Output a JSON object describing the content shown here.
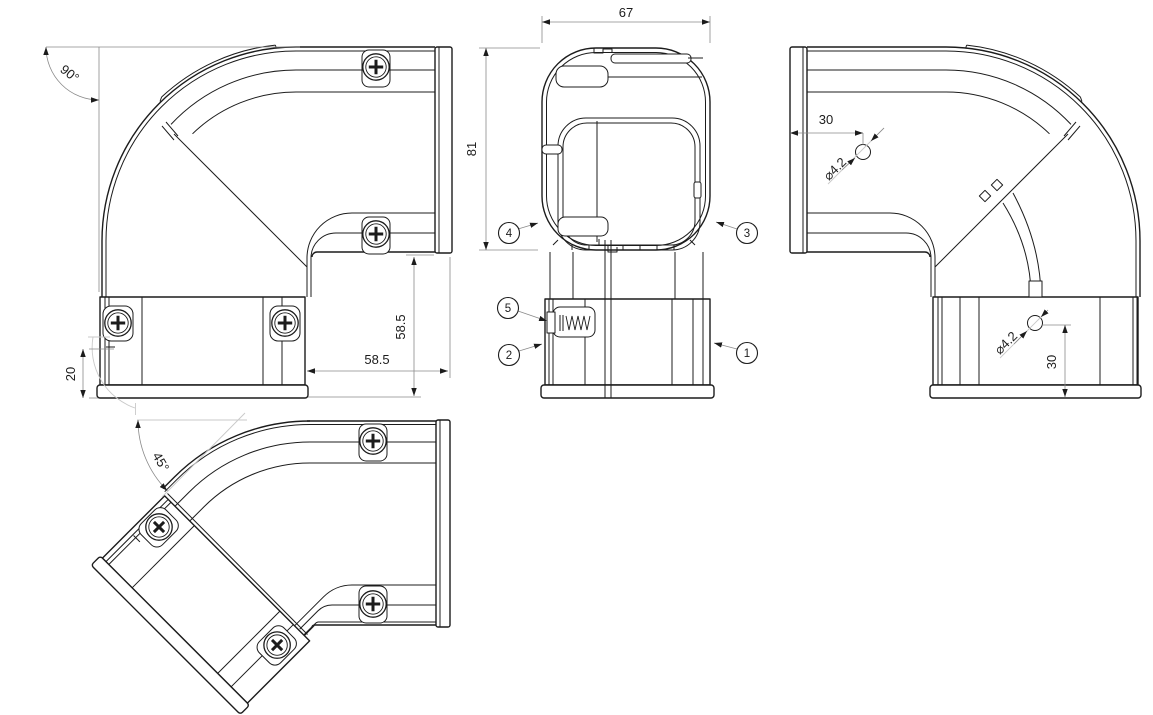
{
  "views": {
    "v90": {
      "angle": "90°",
      "depth": "20",
      "width": "58.5",
      "height": "58.5"
    },
    "front": {
      "width": "67",
      "height": "81"
    },
    "v90b": {
      "offset_top": "30",
      "hole_top": "⌀4.2",
      "hole_socket": "⌀4.2",
      "offset_socket": "30"
    },
    "v45": {
      "angle": "45°"
    }
  },
  "balloons": [
    "1",
    "2",
    "3",
    "4",
    "5"
  ],
  "colors": {
    "line": "#1c1c1c",
    "dimension": "#8a8a8a",
    "construction": "#c9c9c9",
    "background": "#ffffff"
  }
}
